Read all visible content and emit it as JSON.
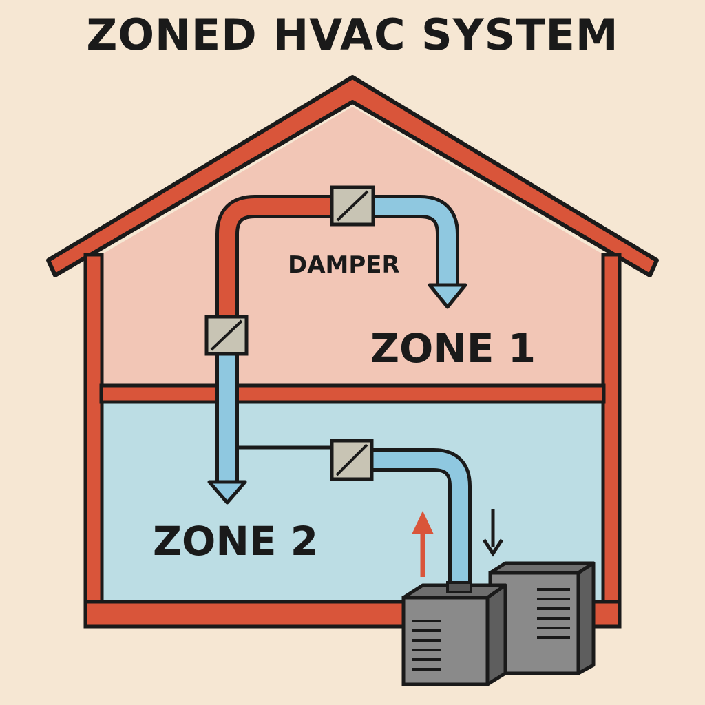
{
  "title": "ZONED HVAC SYSTEM",
  "labels": {
    "damper": "DAMPER",
    "zone1": "ZONE 1",
    "zone2": "ZONE 2"
  },
  "colors": {
    "background": "#f6e7d3",
    "walls": "#d9553a",
    "zone1_fill": "#f2c6b6",
    "zone2_fill": "#bcdde4",
    "warm_duct": "#d9553a",
    "cool_duct": "#8fc8e0",
    "damper": "#c8c4b4",
    "unit": "#8a8a8a",
    "outline": "#1a1a1a"
  }
}
